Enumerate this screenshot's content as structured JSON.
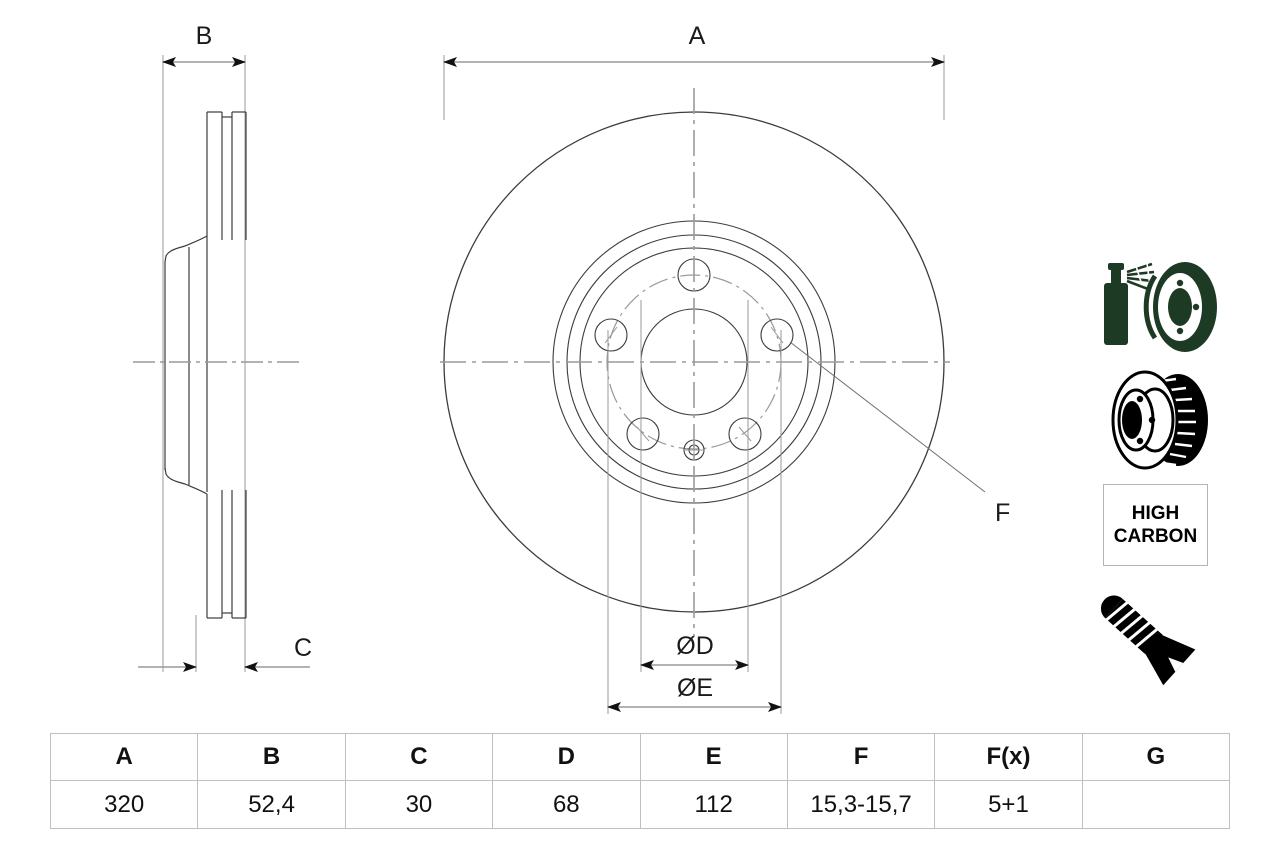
{
  "drawing": {
    "title_labels": {
      "a": "A",
      "b": "B",
      "c": "C",
      "f": "F",
      "d": "ØD",
      "e": "ØE"
    }
  },
  "badges": {
    "high_carbon_line1": "HIGH",
    "high_carbon_line2": "CARBON",
    "icons": [
      {
        "name": "coating-spray-disc-icon",
        "color": "#1d3a25"
      },
      {
        "name": "vented-brake-disc-icon",
        "color": "#000000"
      },
      {
        "name": "countersunk-screw-icon",
        "color": "#000000"
      }
    ]
  },
  "spec_table": {
    "headers": [
      "A",
      "B",
      "C",
      "D",
      "E",
      "F",
      "F(x)",
      "G"
    ],
    "values": [
      "320",
      "52,4",
      "30",
      "68",
      "112",
      "15,3-15,7",
      "5+1",
      ""
    ]
  },
  "colors": {
    "line": "#3c3c3c",
    "centerline": "#9a9a9a",
    "dimension": "#9a9a9a",
    "arrow": "#111111",
    "table_border": "#bfbfbf",
    "text": "#111111"
  }
}
